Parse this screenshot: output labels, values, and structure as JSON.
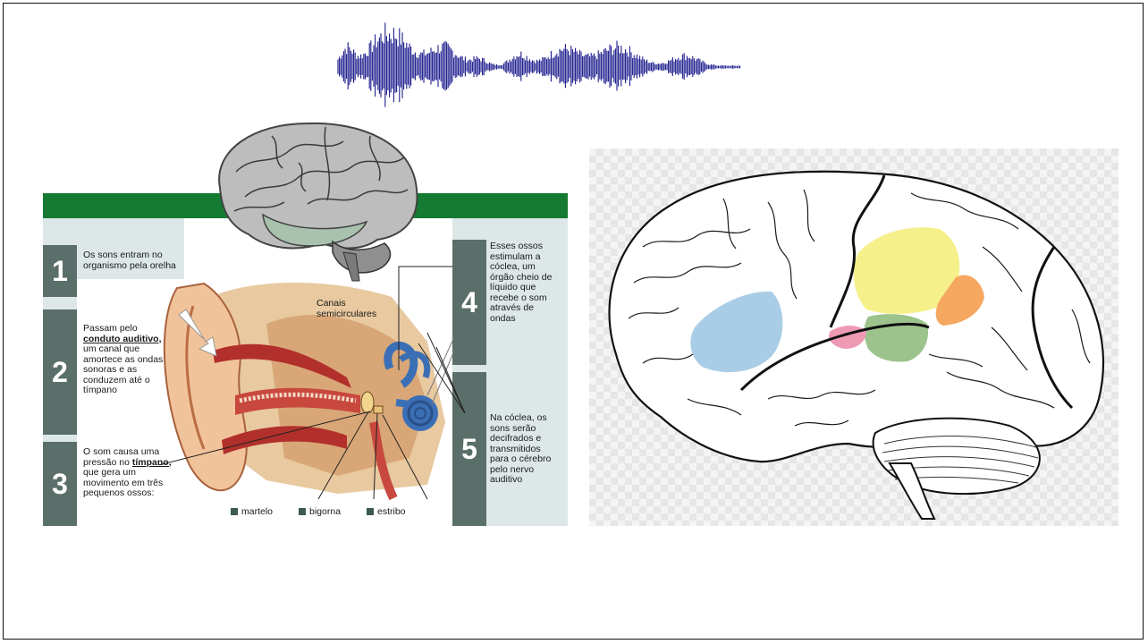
{
  "left_infographic": {
    "steps": [
      {
        "number": "1",
        "text": "Os sons entram no organismo pela orelha"
      },
      {
        "number": "2",
        "text_before": "Passam pelo",
        "text_bold": "conduto auditivo,",
        "text_after": "um canal que amortece as ondas sonoras e as conduzem até o tímpano"
      },
      {
        "number": "3",
        "text_before": "O som causa uma pressão no",
        "text_bold": "tímpano,",
        "text_after": "que gera um movimento em três pequenos ossos:"
      },
      {
        "number": "4",
        "text": "Esses ossos estimulam a cóclea, um órgão cheio de líquido que recebe o som através de ondas"
      },
      {
        "number": "5",
        "text": "Na cóclea, os sons serão decifrados e transmitidos para o cérebro pelo nervo auditivo"
      }
    ],
    "canais_label": "Canais semicirculares",
    "legend": [
      "martelo",
      "bigorna",
      "estribo"
    ]
  },
  "colors": {
    "green_band": "#157a32",
    "step_box": "#5b6f6a",
    "waveform": "#1a1a8c",
    "region_blue": "#a9cde6",
    "region_yellow": "#f6f08a",
    "region_orange": "#f6a760",
    "region_green": "#9cc38c",
    "region_pink": "#ef9ab4"
  }
}
